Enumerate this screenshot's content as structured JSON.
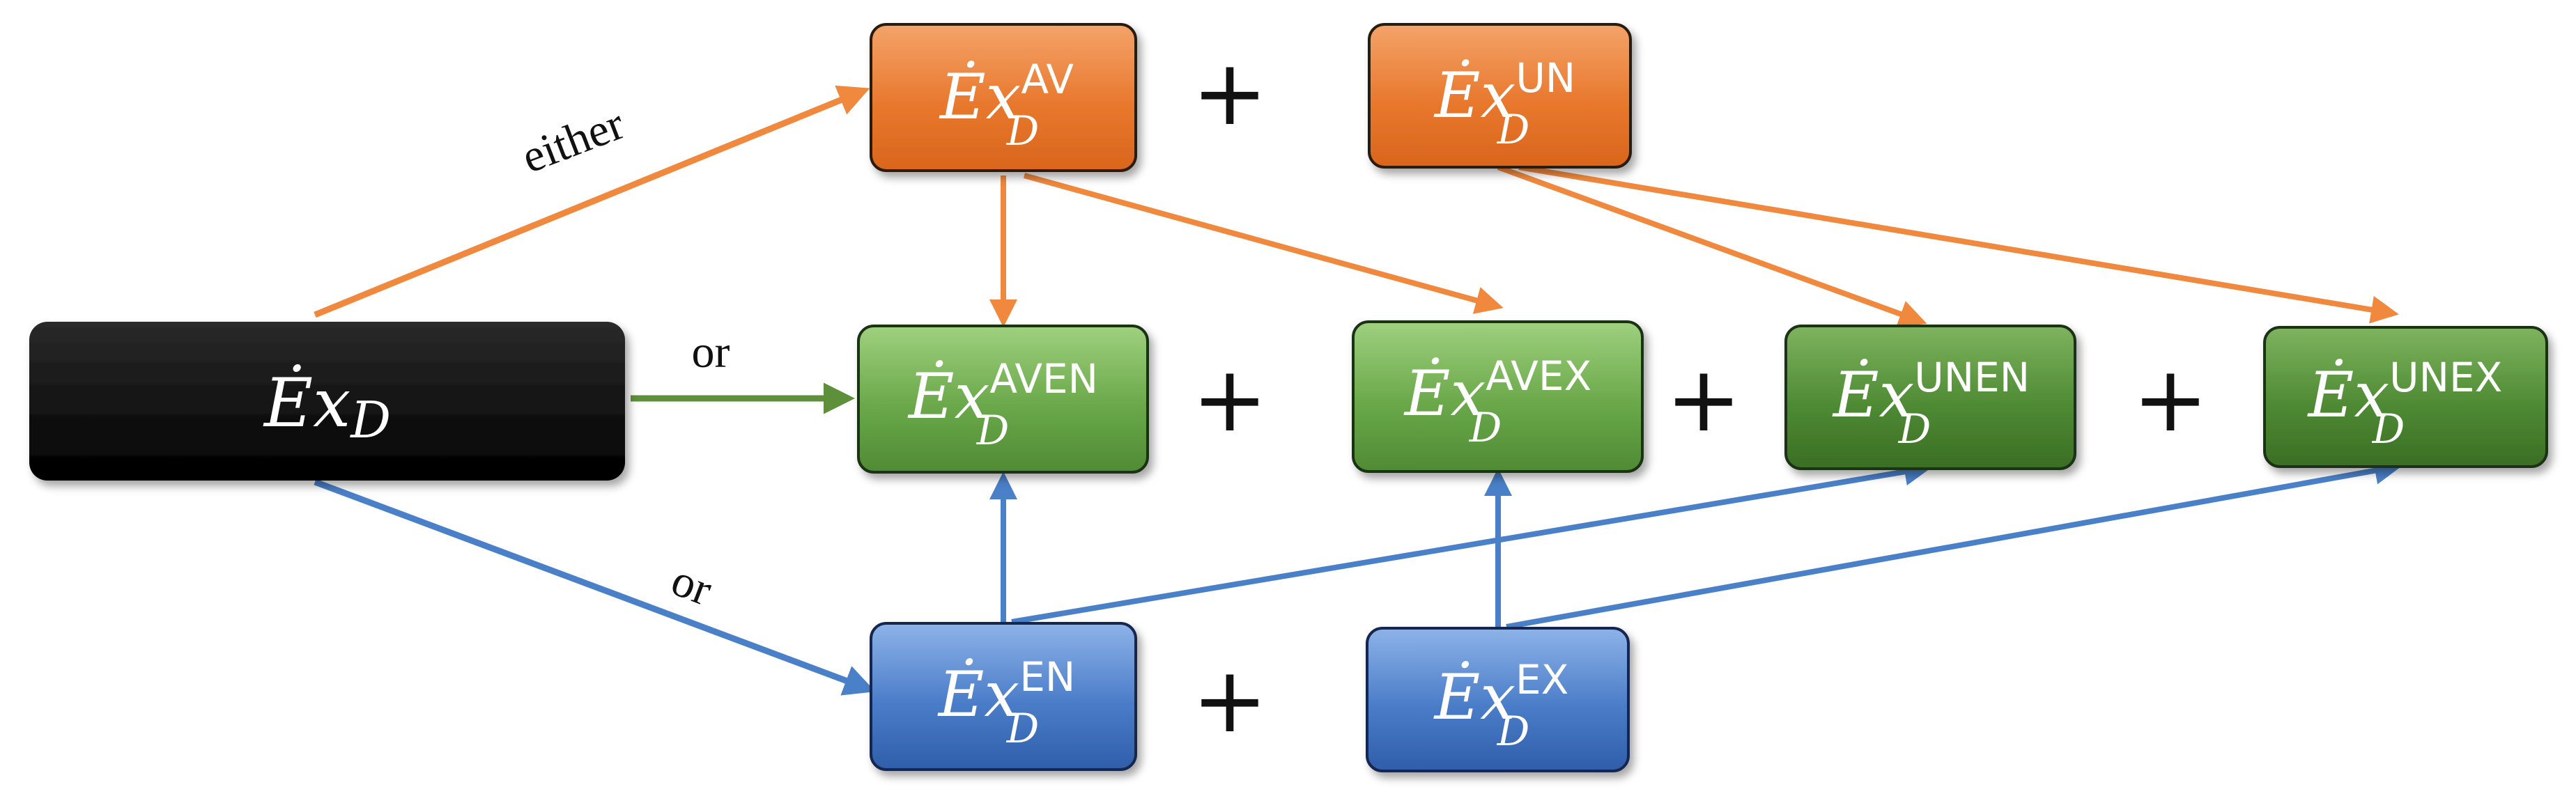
{
  "colors": {
    "source": "#000000",
    "av_un": "#e8782d",
    "mixed": "#6aa84a",
    "en_ex": "#3f73c4",
    "arrow_orange": "#f0883e",
    "arrow_green": "#5e8f3a",
    "arrow_blue": "#4a80c8"
  },
  "nodes": {
    "source": {
      "base": "Ėx",
      "sub": "D",
      "sup": ""
    },
    "av": {
      "base": "Ėx",
      "sub": "D",
      "sup": "AV"
    },
    "un": {
      "base": "Ėx",
      "sub": "D",
      "sup": "UN"
    },
    "aven": {
      "base": "Ėx",
      "sub": "D",
      "sup": "AVEN"
    },
    "avex": {
      "base": "Ėx",
      "sub": "D",
      "sup": "AVEX"
    },
    "unen": {
      "base": "Ėx",
      "sub": "D",
      "sup": "UNEN"
    },
    "unex": {
      "base": "Ėx",
      "sub": "D",
      "sup": "UNEX"
    },
    "en": {
      "base": "Ėx",
      "sub": "D",
      "sup": "EN"
    },
    "ex": {
      "base": "Ėx",
      "sub": "D",
      "sup": "EX"
    }
  },
  "labels": {
    "either": "either",
    "or_green": "or",
    "or_blue": "or"
  },
  "plus": "+"
}
